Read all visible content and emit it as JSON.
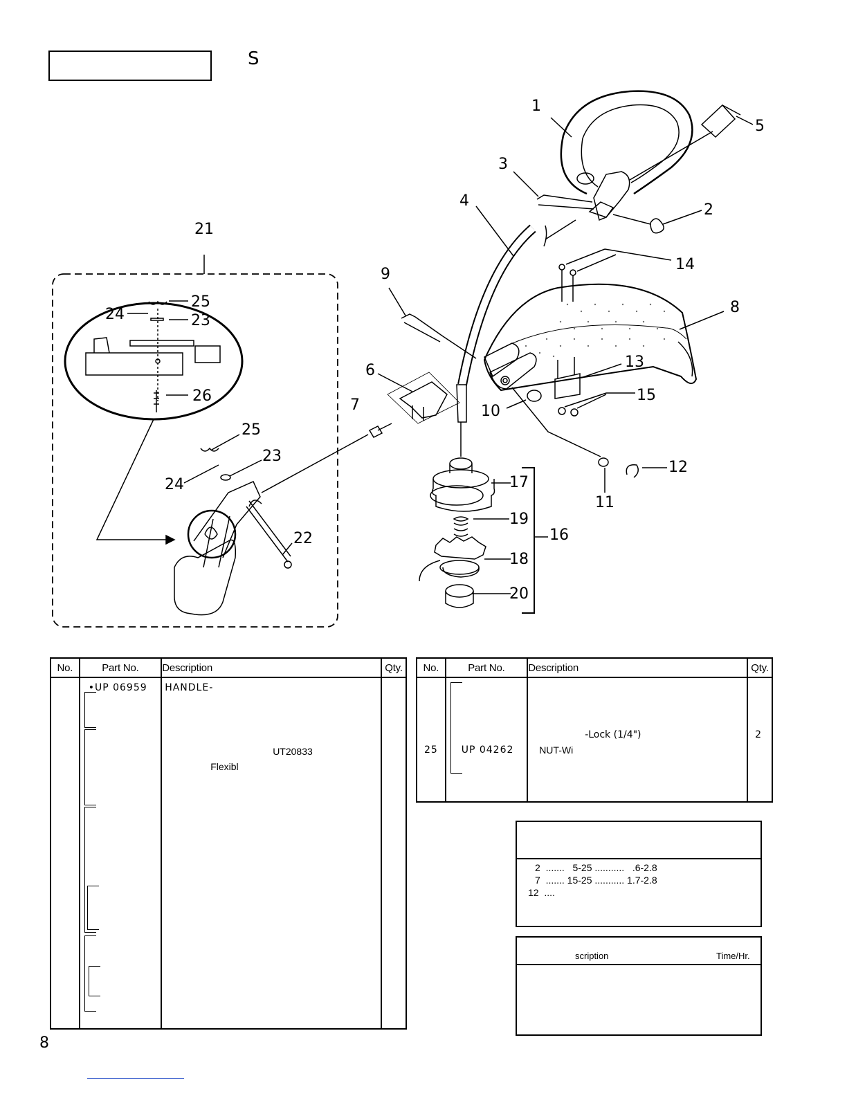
{
  "header": {
    "section_letter": "S"
  },
  "callouts": [
    "1",
    "2",
    "3",
    "4",
    "5",
    "8",
    "9",
    "10",
    "11",
    "12",
    "13",
    "14",
    "15",
    "16",
    "17",
    "18",
    "19",
    "20",
    "21",
    "22",
    "23",
    "24",
    "25",
    "26",
    "6",
    "7"
  ],
  "table_headers": {
    "no": "No.",
    "part_no": "Part No.",
    "description": "Description",
    "qty": "Qty."
  },
  "left_table": {
    "rows": [
      {
        "part_no": "•UP 06959",
        "description": "HANDLE-"
      },
      {
        "part_no": "UT20833",
        "description": "Flexibl"
      }
    ]
  },
  "right_table": {
    "rows": [
      {
        "no": "25",
        "part_no": "UP 04262",
        "description_a": "NUT-Wi",
        "description_b": "-Lock (1/4\")",
        "qty": "2"
      }
    ]
  },
  "torque": {
    "rows": [
      "2  .......   5-25 ...........   .6-2.8",
      "7  ....... 15-25 ........... 1.7-2.8",
      "12  ...."
    ]
  },
  "labor": {
    "col_description": "scription",
    "col_time": "Time/Hr."
  },
  "footer": {
    "page_number": "8"
  }
}
